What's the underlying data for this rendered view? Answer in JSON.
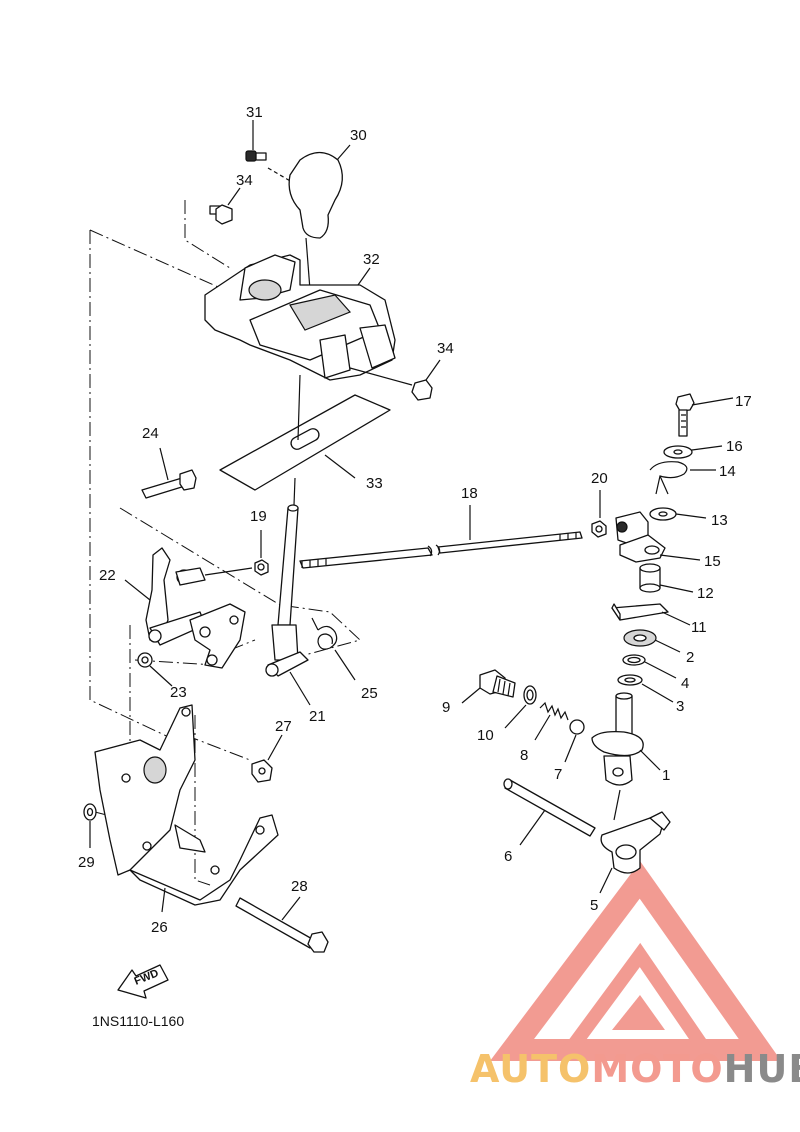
{
  "diagram": {
    "part_numbers": [
      "1",
      "2",
      "3",
      "4",
      "5",
      "6",
      "7",
      "8",
      "9",
      "10",
      "11",
      "12",
      "13",
      "14",
      "15",
      "16",
      "17",
      "18",
      "19",
      "20",
      "21",
      "22",
      "23",
      "24",
      "25",
      "26",
      "27",
      "28",
      "29",
      "30",
      "31",
      "32",
      "33",
      "34"
    ],
    "fwd_label": "FWD",
    "diagram_code": "1NS1110-L160"
  },
  "watermark": {
    "part1": "AUTO",
    "part2": "MOTO",
    "part3": "HUB",
    "colors": {
      "auto": "#f5c26b",
      "moto": "#f39a8f",
      "hub": "#8a8a8a",
      "triangle": "#f08a80"
    }
  }
}
